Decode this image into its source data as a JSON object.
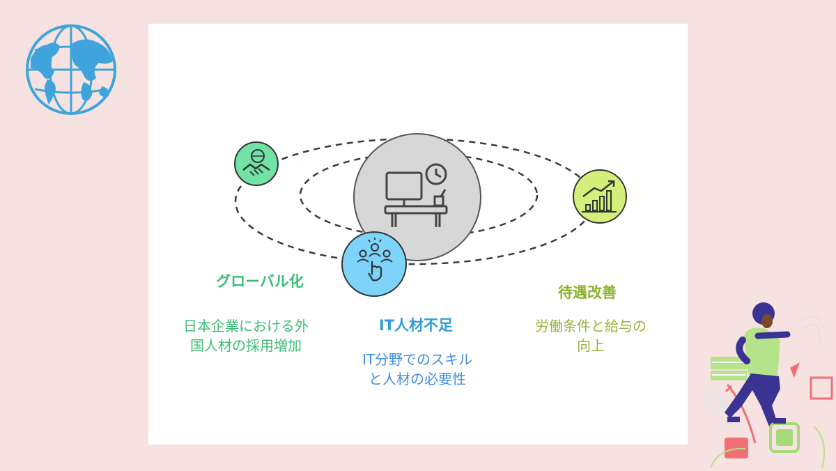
{
  "diagram": {
    "center": {
      "icon": "desk-computer-icon"
    },
    "nodes": [
      {
        "id": "globalization",
        "icon": "globe-handshake-icon",
        "title": "グローバル化",
        "lines": [
          "日本企業における外",
          "国人材の採用増加"
        ],
        "color": "#3cbd73",
        "fill": "#72e2a5"
      },
      {
        "id": "it-shortage",
        "icon": "team-touch-icon",
        "title": "IT人材不足",
        "lines": [
          "IT分野でのスキル",
          "と人材の必要性"
        ],
        "color": "#2f9ed8",
        "fill": "#7dd3fa"
      },
      {
        "id": "treatment",
        "icon": "growth-chart-icon",
        "title": "待遇改善",
        "lines": [
          "労働条件と給与の",
          "向上"
        ],
        "color": "#8ab42c",
        "fill": "#d2f07a"
      }
    ]
  },
  "colors": {
    "page_bg": "#f5e2e1",
    "card_bg": "#ffffff",
    "globe": "#3fa4dc",
    "center_fill": "#d7d7d7"
  }
}
